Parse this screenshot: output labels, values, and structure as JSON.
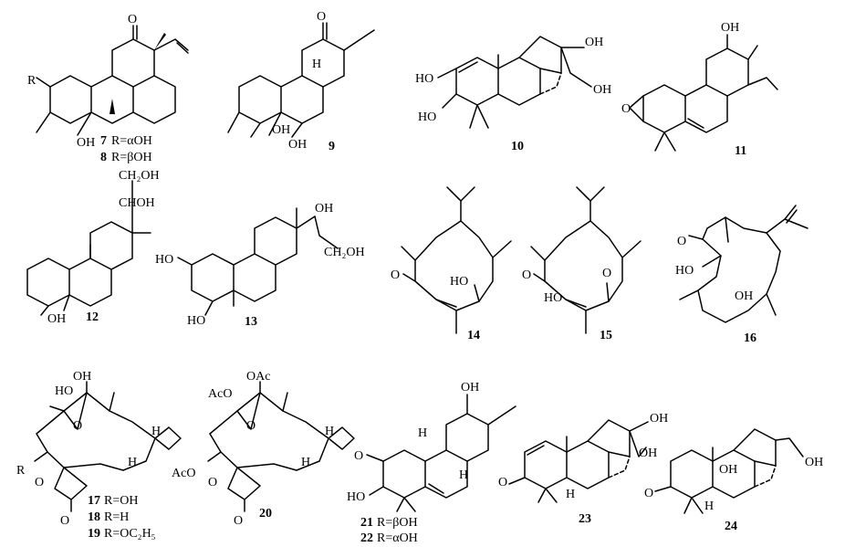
{
  "compounds": [
    {
      "id": "c7_8",
      "numbers": [
        "7",
        "8"
      ],
      "captions": [
        "R=αOH",
        "R=βOH"
      ],
      "labels": [
        "O",
        "R",
        "OH"
      ]
    },
    {
      "id": "c9",
      "numbers": [
        "9"
      ],
      "captions": [],
      "labels": [
        "O",
        "H",
        "OH",
        "OH"
      ]
    },
    {
      "id": "c10",
      "numbers": [
        "10"
      ],
      "captions": [],
      "labels": [
        "OH",
        "OH",
        "HO",
        "HO"
      ]
    },
    {
      "id": "c11",
      "numbers": [
        "11"
      ],
      "captions": [],
      "labels": [
        "OH",
        "O"
      ]
    },
    {
      "id": "c12",
      "numbers": [
        "12"
      ],
      "captions": [],
      "labels": [
        "CH₂OH",
        "CHOH",
        "OH"
      ]
    },
    {
      "id": "c13",
      "numbers": [
        "13"
      ],
      "captions": [],
      "labels": [
        "OH",
        "CH₂OH",
        "HO",
        "HO"
      ]
    },
    {
      "id": "c14",
      "numbers": [
        "14"
      ],
      "captions": [],
      "labels": [
        "O",
        "HO"
      ]
    },
    {
      "id": "c15",
      "numbers": [
        "15"
      ],
      "captions": [],
      "labels": [
        "O",
        "HO",
        "O"
      ]
    },
    {
      "id": "c16",
      "numbers": [
        "16"
      ],
      "captions": [],
      "labels": [
        "O",
        "HO",
        "OH"
      ]
    },
    {
      "id": "c17_19",
      "numbers": [
        "17",
        "18",
        "19"
      ],
      "captions": [
        "R=OH",
        "R=H",
        "R=OC₂H₅"
      ],
      "labels": [
        "OH",
        "HO",
        "O",
        "R",
        "O",
        "O",
        "H",
        "H"
      ]
    },
    {
      "id": "c20",
      "numbers": [
        "20"
      ],
      "captions": [],
      "labels": [
        "AcO",
        "OAc",
        "O",
        "AcO",
        "O",
        "O",
        "H",
        "H"
      ]
    },
    {
      "id": "c21_22",
      "numbers": [
        "21",
        "22"
      ],
      "captions": [
        "R=βOH",
        "R=αOH"
      ],
      "labels": [
        "OH",
        "O",
        "H",
        "H",
        "HO"
      ]
    },
    {
      "id": "c23",
      "numbers": [
        "23"
      ],
      "captions": [],
      "labels": [
        "OH",
        "OH",
        "O",
        "H"
      ]
    },
    {
      "id": "c24",
      "numbers": [
        "24"
      ],
      "captions": [],
      "labels": [
        "OH",
        "OH",
        "O",
        "H"
      ]
    }
  ]
}
